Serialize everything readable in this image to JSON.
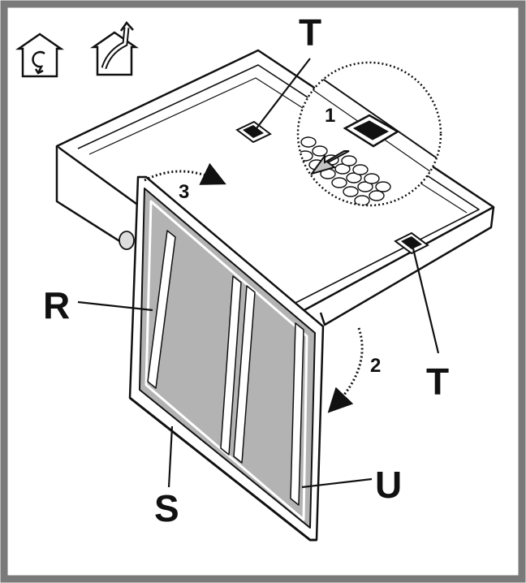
{
  "labels": {
    "t_top": "T",
    "t_right": "T",
    "r": "R",
    "s": "S",
    "u": "U"
  },
  "steps": {
    "one": "1",
    "two": "2",
    "three": "3"
  },
  "icons": {
    "left": "recirculation-mode-icon",
    "right": "extraction-mode-icon"
  },
  "colors": {
    "border": "#7a7a7a",
    "line": "#111111",
    "filter_fill": "#b3b3b3",
    "hood_fill": "#ffffff"
  }
}
